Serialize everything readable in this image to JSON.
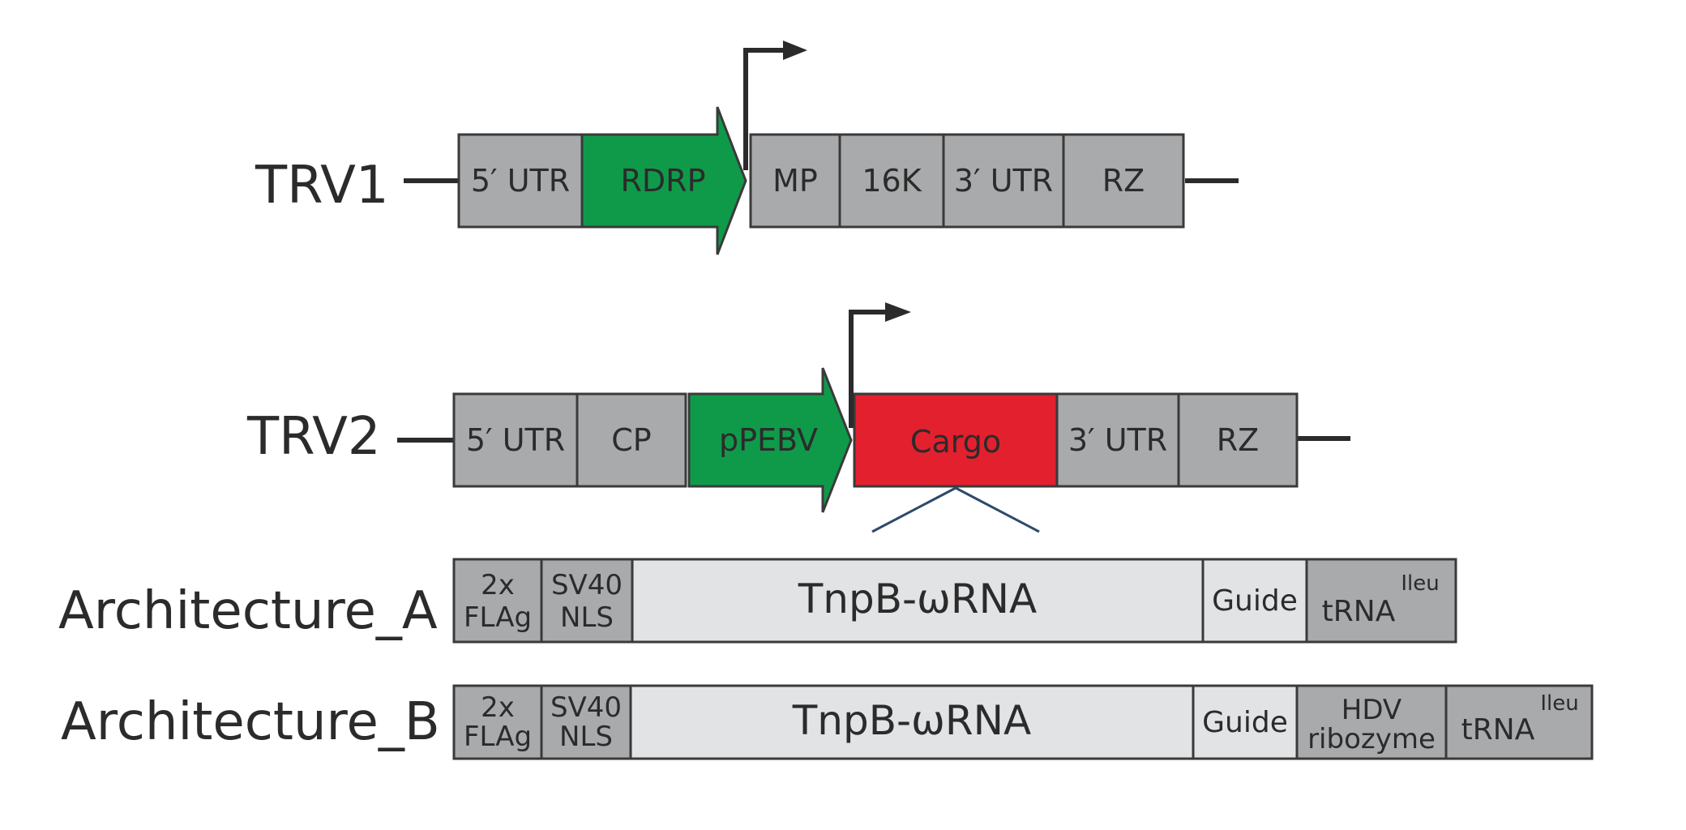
{
  "colors": {
    "gray_segment": "#a9aaac",
    "light_segment": "#e2e3e4",
    "green_segment": "#0f9a4a",
    "red_segment": "#e3202e",
    "outline": "#3a3a3a",
    "connector": "#2e4a6b"
  },
  "trv1": {
    "label": "TRV1",
    "utr5": "5′ UTR",
    "rdrp": "RDRP",
    "mp": "MP",
    "k16": "16K",
    "utr3": "3′ UTR",
    "rz": "RZ"
  },
  "trv2": {
    "label": "TRV2",
    "utr5": "5′ UTR",
    "cp": "CP",
    "ppebv": "pPEBV",
    "cargo": "Cargo",
    "utr3": "3′ UTR",
    "rz": "RZ"
  },
  "arch_a": {
    "label": "Architecture_A",
    "flag_line1": "2x",
    "flag_line2": "FLAg",
    "nls_line1": "SV40",
    "nls_line2": "NLS",
    "tnpb": "TnpB-ωRNA",
    "guide": "Guide",
    "trna": "tRNA",
    "trna_sup": "Ileu"
  },
  "arch_b": {
    "label": "Architecture_B",
    "flag_line1": "2x",
    "flag_line2": "FLAg",
    "nls_line1": "SV40",
    "nls_line2": "NLS",
    "tnpb": "TnpB-ωRNA",
    "guide": "Guide",
    "hdv_line1": "HDV",
    "hdv_line2": "ribozyme",
    "trna": "tRNA",
    "trna_sup": "Ileu"
  }
}
